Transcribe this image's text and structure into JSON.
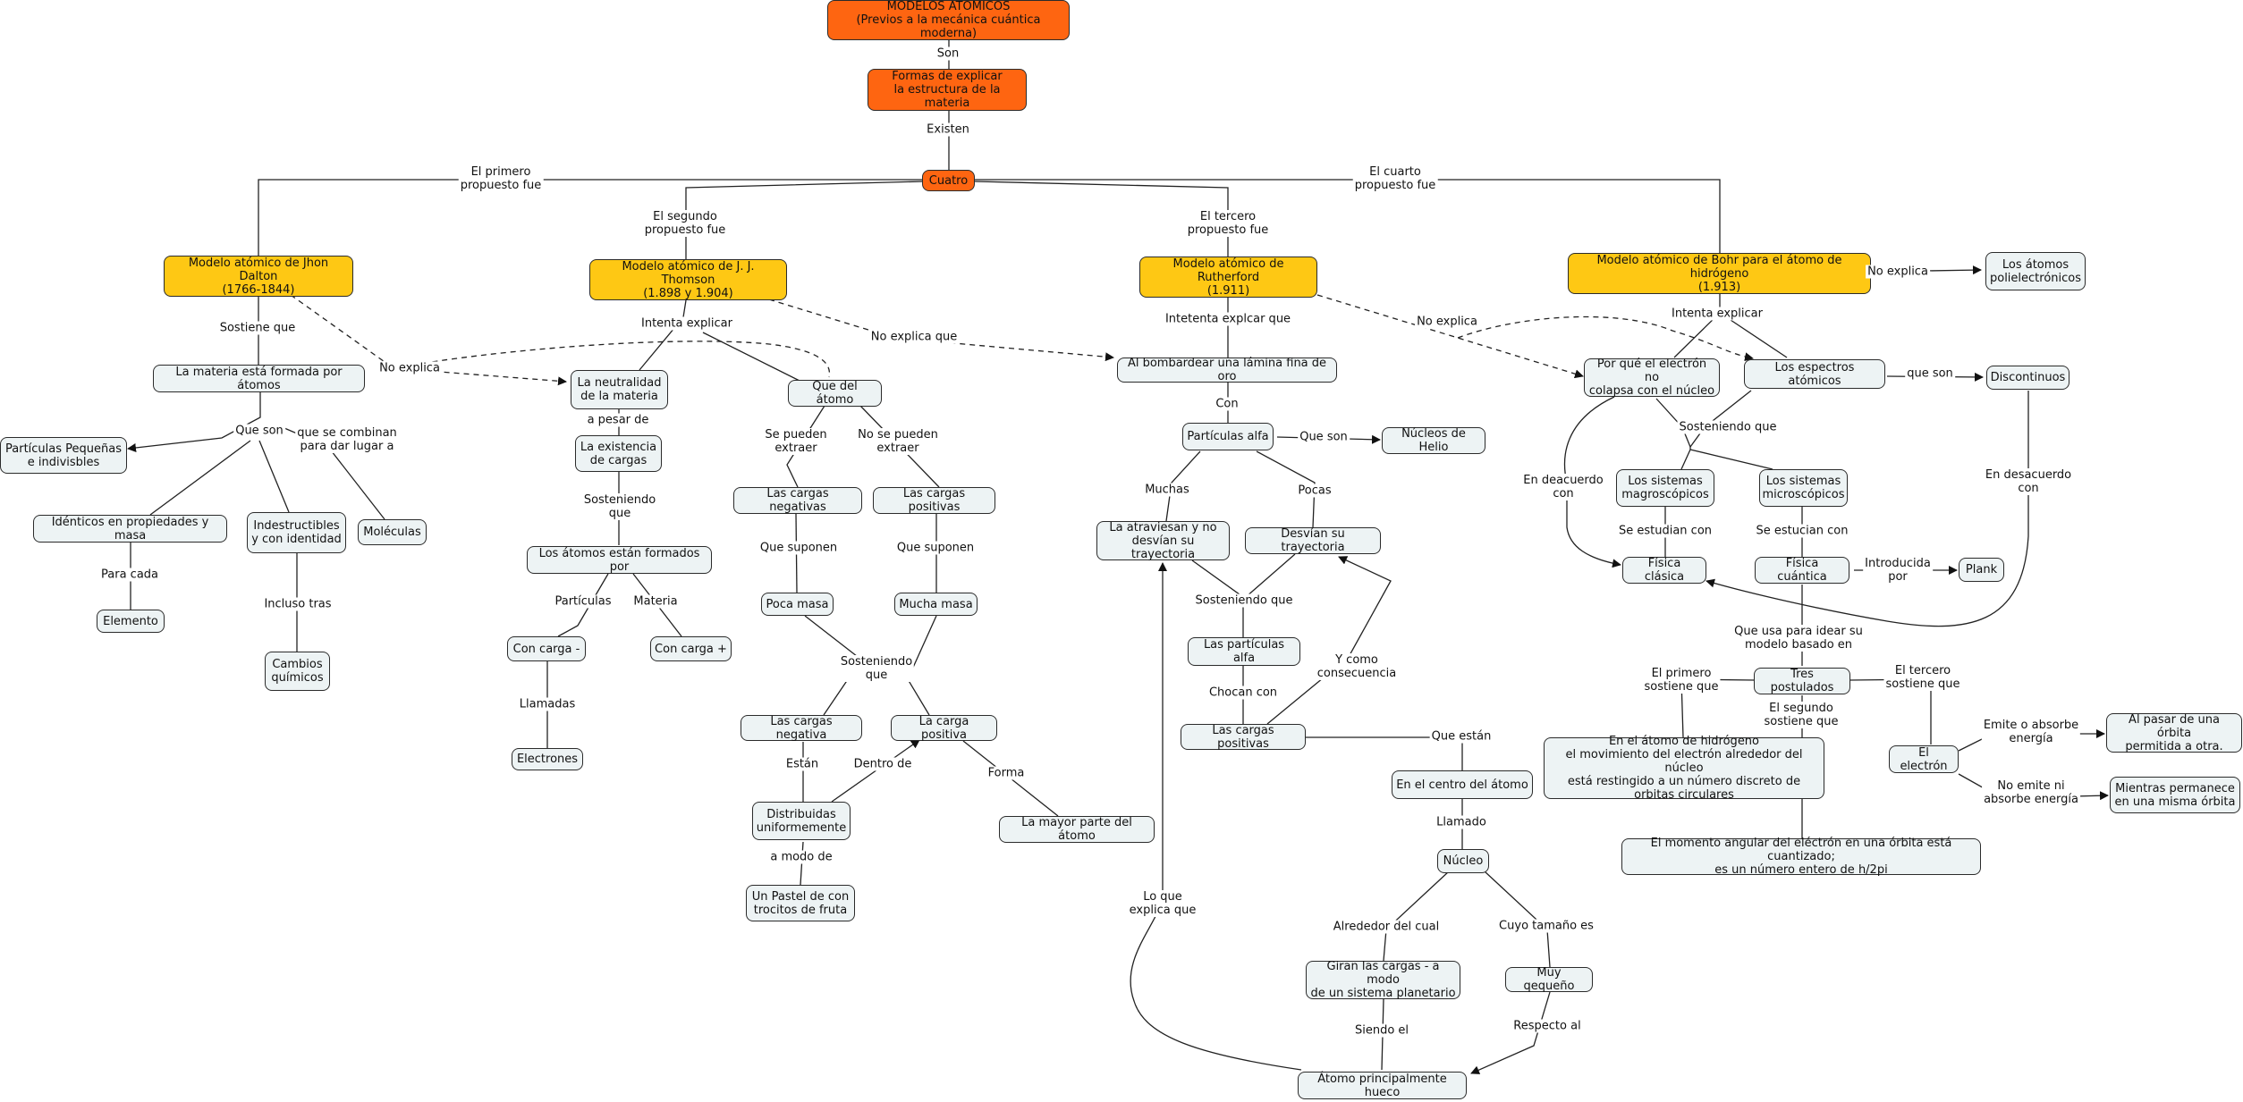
{
  "nodes": {
    "n1": "MODELOS ATÓMICOS\n(Previos a la mecánica cuántica moderna)",
    "n2": "Formas de explicar\nla estructura de la materia",
    "n3": "Cuatro",
    "n4": "Modelo atómico de Jhon Dalton\n(1766-1844)",
    "n5": "Modelo atómico de J. J. Thomson\n(1.898 y 1.904)",
    "n6": "Modelo atómico de Rutherford\n(1.911)",
    "n7": "Modelo atómico de Bohr para el átomo de hidrógeno\n(1.913)",
    "n8": "La materia está formada por átomos",
    "n9": "Partículas Pequeñas\ne indivisbles",
    "n10": "Idénticos en propiedades y masa",
    "n11": "Indestructibles\ny con identidad",
    "n12": "Moléculas",
    "n13": "Elemento",
    "n14": "Cambios\nquímicos",
    "n15": "La neutralidad\nde la materia",
    "n16": "La existencia\nde cargas",
    "n17": "Los átomos están formados por",
    "n18": "Con carga -",
    "n19": "Con carga +",
    "n20": "Electrones",
    "n21": "Que del átomo",
    "n22": "Las cargas negativas",
    "n23": "Las cargas positivas",
    "n24": "Poca masa",
    "n25": "Mucha masa",
    "n26": "Las cargas negativa",
    "n27": "La carga positiva",
    "n28": "Distribuidas\nuniformemente",
    "n29": "Un Pastel de con\ntrocitos de fruta",
    "n30": "La mayor parte del átomo",
    "n31": "Al bombardear una lámina fina de oro",
    "n32": "Partículas alfa",
    "n33": "Núcleos de Helio",
    "n34": "La atraviesan y no\ndesvían su trayectoria",
    "n35": "Desvían su trayectoria",
    "n36": "Las partículas alfa",
    "n37": "Las cargas positivas",
    "n38": "En el centro del átomo",
    "n39": "Núcleo",
    "n40": "Giran las cargas - a modo\nde un sistema planetario",
    "n41": "Muy qequeño",
    "n42": "Átomo principalmente hueco",
    "n43": "Los átomos\npolielectrónicos",
    "n44": "Por qué el electrón no\ncolapsa con el núcleo",
    "n45": "Los espectros atómicos",
    "n46": "Discontinuos",
    "n47": "Los sistemas\nmagroscópicos",
    "n48": "Los sistemas\nmicroscópicos",
    "n49": "Física clásica",
    "n50": "Física cuántica",
    "n51": "Plank",
    "n52": "Tres postulados",
    "n53": "En el átomo de hidrógeno\nel movimiento del electrón alrededor del núcleo\nestá restingido a un número discreto de\norbitas circulares",
    "n54": "El momento angular del eléctrón en una órbita está cuantizado;\nes un número entero de h/2pi",
    "n55": "El electrón",
    "n56": "Al pasar de una órbita\npermitida a otra.",
    "n57": "Mientras permanece\nen una misma órbita"
  },
  "labels": {
    "l1": "Son",
    "l2": "Existen",
    "l3": "El primero\npropuesto fue",
    "l4": "El segundo\npropuesto fue",
    "l5": "El tercero\npropuesto fue",
    "l6": "El cuarto\npropuesto fue",
    "l7": "Sostiene que",
    "l8": "No explica",
    "l9": "Que son",
    "l10": "que se combinan\npara dar lugar a",
    "l11": "Para cada",
    "l12": "Incluso tras",
    "l13": "Intenta explicar",
    "l14": "No explica que",
    "l15": "a pesar de",
    "l16": "Sosteniendo\nque",
    "l17": "Partículas",
    "l18": "Materia",
    "l19": "Llamadas",
    "l20": "Se pueden\nextraer",
    "l21": "No se pueden\nextraer",
    "l22": "Que suponen",
    "l23": "Que suponen",
    "l24": "Sosteniendo\nque",
    "l25": "Están",
    "l26": "Dentro de",
    "l27": "Forma",
    "l28": "a modo de",
    "l29": "Intetenta explcar que",
    "l30": "Con",
    "l31": "Que son",
    "l32": "Muchas",
    "l33": "Pocas",
    "l34": "Sosteniendo que",
    "l35": "Chocan con",
    "l36": "Y como\nconsecuencia",
    "l37": "Que están",
    "l38": "Llamado",
    "l39": "Alrededor del cual",
    "l40": "Cuyo tamaño es",
    "l41": "Siendo el",
    "l42": "Respecto al",
    "l43": "Lo que\nexplica que",
    "l44": "No explica",
    "l45": "No explica",
    "l46": "Intenta explicar",
    "l47": "que son",
    "l48": "Sosteniendo que",
    "l49": "En deacuerdo\ncon",
    "l50": "En desacuerdo\ncon",
    "l51": "Se estudian con",
    "l52": "Se estucian con",
    "l53": "Introducida\npor",
    "l54": "Que usa para idear su\nmodelo basado en",
    "l55": "El primero\nsostiene que",
    "l56": "El segundo\nsostiene que",
    "l57": "El tercero\nsostiene que",
    "l58": "Emite o absorbe\nenergía",
    "l59": "No emite ni\nabsorbe energía"
  },
  "colors": {
    "root": "#fe6511",
    "model": "#fec814",
    "concept": "#edf3f4",
    "border": "#2b2b2b",
    "line": "#222222"
  }
}
